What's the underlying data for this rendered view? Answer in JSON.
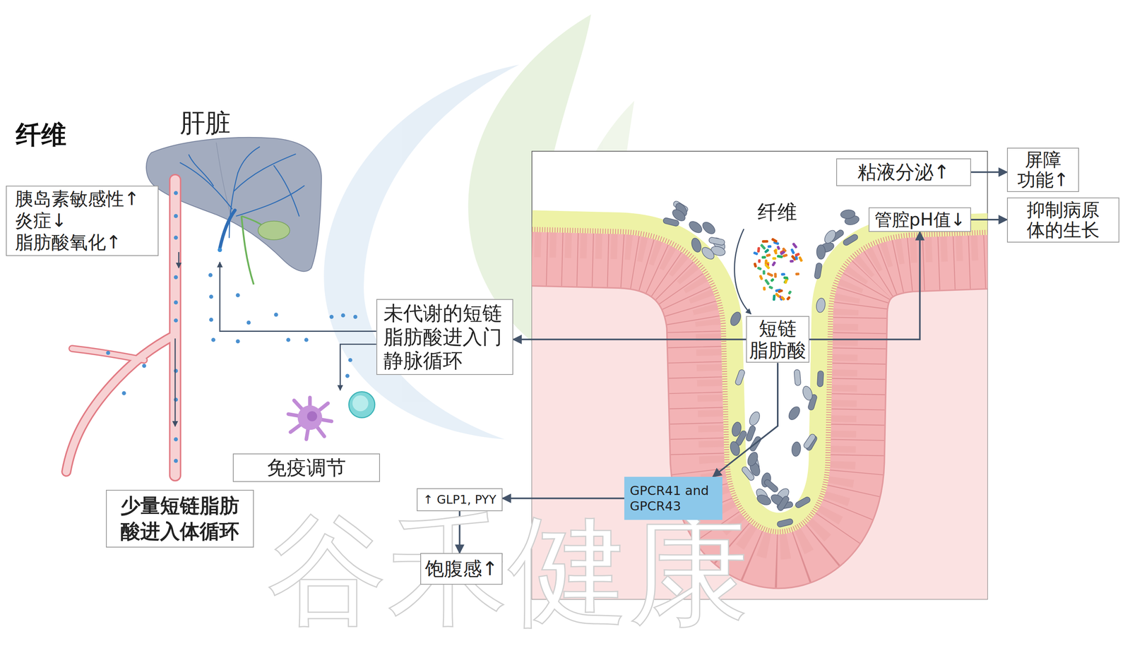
{
  "diagram": {
    "title": "纤维",
    "nodes": [
      {
        "text": [
          "胰岛素敏感性↑ 炎症↓ 脂肪酸氧化↑"
        ]
      },
      {
        "text": [
          "粘液分泌↑"
        ]
      },
      {
        "text": [
          "屏障 功能↑"
        ]
      },
      {
        "text": [
          "管腔pH值↓"
        ]
      },
      {
        "text": [
          "抑制病原 体的生长"
        ]
      },
      {
        "text": [
          "未代谢的短链 脂肪酸进入门 静脉循环"
        ]
      },
      {
        "text": [
          "短链 脂肪酸"
        ]
      },
      {
        "text": [
          "免疫调节"
        ]
      },
      {
        "text": [
          "GPCR41 and GPCR43"
        ]
      },
      {
        "text": [
          "↑ GLP1, PYY"
        ]
      },
      {
        "text": [
          "少量短链脂肪 酸进入体循环"
        ]
      },
      {
        "text": [
          "饱腹感↑"
        ]
      }
    ],
    "edges": [
      {
        "from": 6,
        "to": 5,
        "arrow": "to"
      },
      {
        "from": 6,
        "to": 8,
        "arrow": "to"
      },
      {
        "from": 6,
        "to": 3,
        "arrow": "to"
      },
      {
        "from": 1,
        "to": 2,
        "arrow": "to"
      },
      {
        "from": 3,
        "to": 4,
        "arrow": "to"
      },
      {
        "from": 8,
        "to": 9,
        "arrow": "to"
      },
      {
        "from": 9,
        "to": 11,
        "arrow": "to"
      }
    ],
    "labels": [
      "肝脏",
      "纤维",
      "谷禾健康"
    ]
  }
}
